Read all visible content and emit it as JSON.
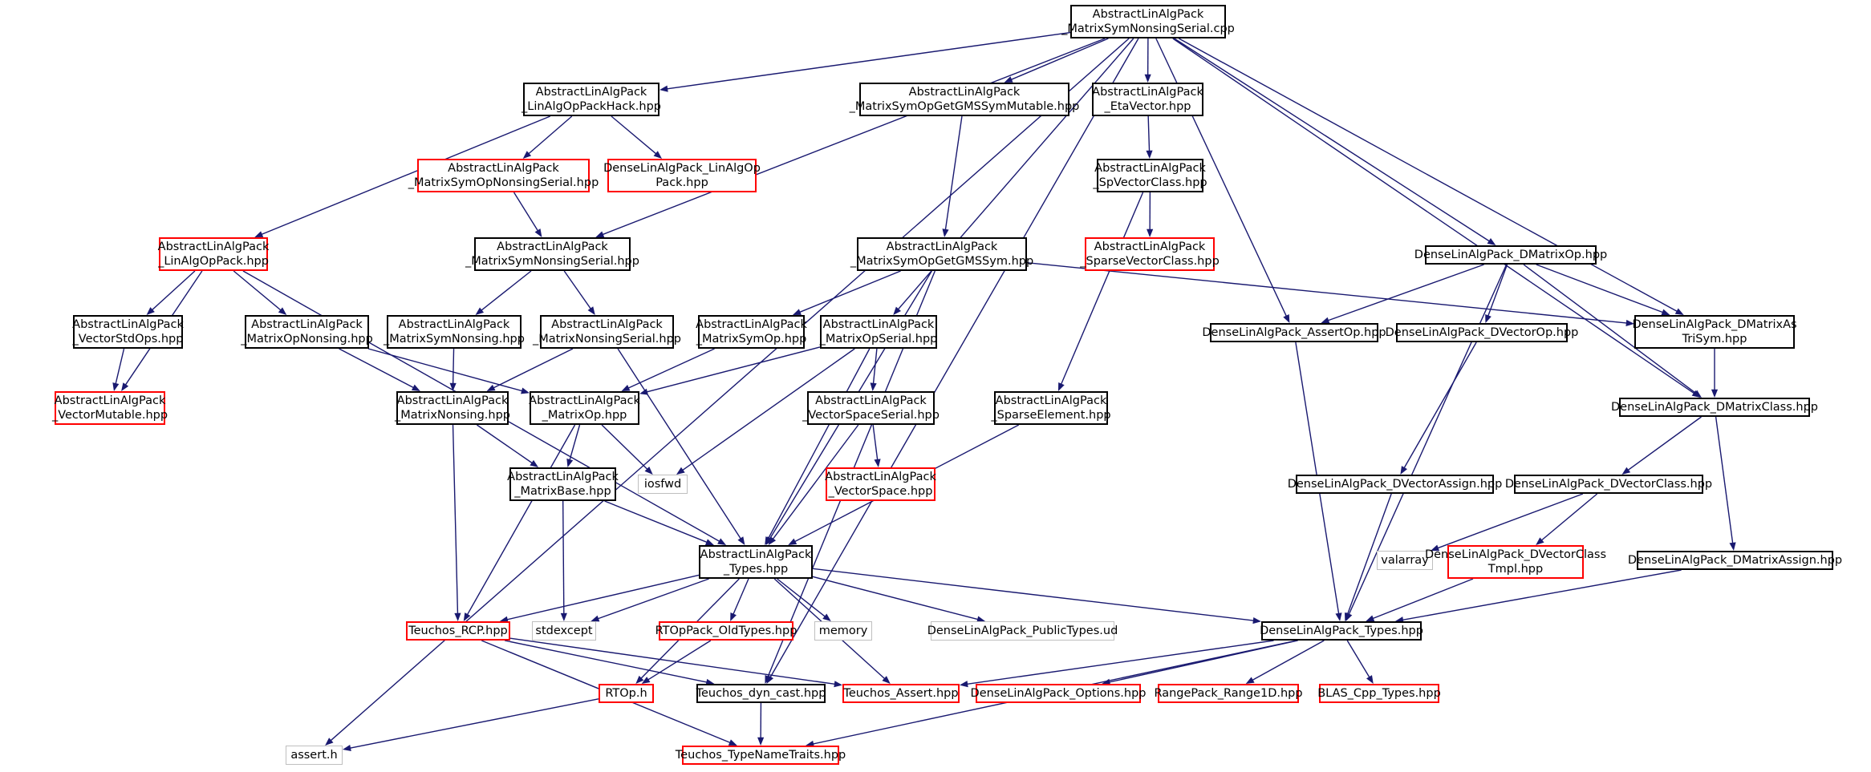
{
  "colors": {
    "edge": "#191970",
    "documented": "#000000",
    "undocumented": "#ff0000",
    "external": "#bfbfbf",
    "root_fill": "#bfbfbf"
  },
  "nodes": [
    {
      "id": "root",
      "lines": [
        "AbstractLinAlgPack",
        "_MatrixSymNonsingSerial.cpp"
      ],
      "style": "root"
    },
    {
      "id": "oppackhack",
      "lines": [
        "AbstractLinAlgPack",
        "_LinAlgOpPackHack.hpp"
      ],
      "style": "black"
    },
    {
      "id": "symopgetgmsmut",
      "lines": [
        "AbstractLinAlgPack",
        "_MatrixSymOpGetGMSSymMutable.hpp"
      ],
      "style": "black"
    },
    {
      "id": "etavector",
      "lines": [
        "AbstractLinAlgPack",
        "_EtaVector.hpp"
      ],
      "style": "black"
    },
    {
      "id": "symopnonsingserial",
      "lines": [
        "AbstractLinAlgPack",
        "_MatrixSymOpNonsingSerial.hpp"
      ],
      "style": "red"
    },
    {
      "id": "dense_linalgop",
      "lines": [
        "DenseLinAlgPack_LinAlgOp",
        "Pack.hpp"
      ],
      "style": "red"
    },
    {
      "id": "spvectorclass",
      "lines": [
        "AbstractLinAlgPack",
        "_SpVectorClass.hpp"
      ],
      "style": "black"
    },
    {
      "id": "linalgoppack",
      "lines": [
        "AbstractLinAlgPack",
        "_LinAlgOpPack.hpp"
      ],
      "style": "red"
    },
    {
      "id": "symnonsingserial",
      "lines": [
        "AbstractLinAlgPack",
        "_MatrixSymNonsingSerial.hpp"
      ],
      "style": "black"
    },
    {
      "id": "symopgetgms",
      "lines": [
        "AbstractLinAlgPack",
        "_MatrixSymOpGetGMSSym.hpp"
      ],
      "style": "black"
    },
    {
      "id": "sparsevectorclass",
      "lines": [
        "AbstractLinAlgPack",
        "_SparseVectorClass.hpp"
      ],
      "style": "red"
    },
    {
      "id": "dmatrixop",
      "lines": [
        "DenseLinAlgPack_DMatrixOp.hpp"
      ],
      "style": "black"
    },
    {
      "id": "vectorstdops",
      "lines": [
        "AbstractLinAlgPack",
        "_VectorStdOps.hpp"
      ],
      "style": "black"
    },
    {
      "id": "matrixopnonsing",
      "lines": [
        "AbstractLinAlgPack",
        "_MatrixOpNonsing.hpp"
      ],
      "style": "black"
    },
    {
      "id": "matrixsymnonsing",
      "lines": [
        "AbstractLinAlgPack",
        "_MatrixSymNonsing.hpp"
      ],
      "style": "black"
    },
    {
      "id": "matrixnonsingserial",
      "lines": [
        "AbstractLinAlgPack",
        "_MatrixNonsingSerial.hpp"
      ],
      "style": "black"
    },
    {
      "id": "matrixsymop",
      "lines": [
        "AbstractLinAlgPack",
        "_MatrixSymOp.hpp"
      ],
      "style": "black"
    },
    {
      "id": "matrixopserial",
      "lines": [
        "AbstractLinAlgPack",
        "_MatrixOpSerial.hpp"
      ],
      "style": "black"
    },
    {
      "id": "assertop",
      "lines": [
        "DenseLinAlgPack_AssertOp.hpp"
      ],
      "style": "black"
    },
    {
      "id": "dvectorop",
      "lines": [
        "DenseLinAlgPack_DVectorOp.hpp"
      ],
      "style": "black"
    },
    {
      "id": "dmatrixastrisym",
      "lines": [
        "DenseLinAlgPack_DMatrixAs",
        "TriSym.hpp"
      ],
      "style": "black"
    },
    {
      "id": "vectormutable",
      "lines": [
        "AbstractLinAlgPack",
        "_VectorMutable.hpp"
      ],
      "style": "red"
    },
    {
      "id": "matrixnonsing",
      "lines": [
        "AbstractLinAlgPack",
        "_MatrixNonsing.hpp"
      ],
      "style": "black"
    },
    {
      "id": "matrixop",
      "lines": [
        "AbstractLinAlgPack",
        "_MatrixOp.hpp"
      ],
      "style": "black"
    },
    {
      "id": "vectorspaceserial",
      "lines": [
        "AbstractLinAlgPack",
        "_VectorSpaceSerial.hpp"
      ],
      "style": "black"
    },
    {
      "id": "sparseelement",
      "lines": [
        "AbstractLinAlgPack",
        "_SparseElement.hpp"
      ],
      "style": "black"
    },
    {
      "id": "dmatrixclass",
      "lines": [
        "DenseLinAlgPack_DMatrixClass.hpp"
      ],
      "style": "black"
    },
    {
      "id": "matrixbase",
      "lines": [
        "AbstractLinAlgPack",
        "_MatrixBase.hpp"
      ],
      "style": "black"
    },
    {
      "id": "iosfwd",
      "lines": [
        "iosfwd"
      ],
      "style": "gray"
    },
    {
      "id": "vectorspace",
      "lines": [
        "AbstractLinAlgPack",
        "_VectorSpace.hpp"
      ],
      "style": "red"
    },
    {
      "id": "dvectorassign",
      "lines": [
        "DenseLinAlgPack_DVectorAssign.hpp"
      ],
      "style": "black"
    },
    {
      "id": "dvectorclass",
      "lines": [
        "DenseLinAlgPack_DVectorClass.hpp"
      ],
      "style": "black"
    },
    {
      "id": "types",
      "lines": [
        "AbstractLinAlgPack",
        "_Types.hpp"
      ],
      "style": "black"
    },
    {
      "id": "valarray",
      "lines": [
        "valarray"
      ],
      "style": "gray"
    },
    {
      "id": "dvectorclasstmpl",
      "lines": [
        "DenseLinAlgPack_DVectorClass",
        "Tmpl.hpp"
      ],
      "style": "red"
    },
    {
      "id": "dmatrixassign",
      "lines": [
        "DenseLinAlgPack_DMatrixAssign.hpp"
      ],
      "style": "black"
    },
    {
      "id": "teuchos_rcp",
      "lines": [
        "Teuchos_RCP.hpp"
      ],
      "style": "red"
    },
    {
      "id": "stdexcept",
      "lines": [
        "stdexcept"
      ],
      "style": "gray"
    },
    {
      "id": "rtoppack_oldtypes",
      "lines": [
        "RTOpPack_OldTypes.hpp"
      ],
      "style": "red"
    },
    {
      "id": "memory",
      "lines": [
        "memory"
      ],
      "style": "gray"
    },
    {
      "id": "publictypes",
      "lines": [
        "DenseLinAlgPack_PublicTypes.ud"
      ],
      "style": "gray"
    },
    {
      "id": "dense_types",
      "lines": [
        "DenseLinAlgPack_Types.hpp"
      ],
      "style": "black"
    },
    {
      "id": "rtop",
      "lines": [
        "RTOp.h"
      ],
      "style": "red"
    },
    {
      "id": "dyn_cast",
      "lines": [
        "Teuchos_dyn_cast.hpp"
      ],
      "style": "black"
    },
    {
      "id": "teuchos_assert",
      "lines": [
        "Teuchos_Assert.hpp"
      ],
      "style": "red"
    },
    {
      "id": "dense_options",
      "lines": [
        "DenseLinAlgPack_Options.hpp"
      ],
      "style": "red"
    },
    {
      "id": "range1d",
      "lines": [
        "RangePack_Range1D.hpp"
      ],
      "style": "red"
    },
    {
      "id": "blas_types",
      "lines": [
        "BLAS_Cpp_Types.hpp"
      ],
      "style": "red"
    },
    {
      "id": "assert_h",
      "lines": [
        "assert.h"
      ],
      "style": "gray"
    },
    {
      "id": "typenametraits",
      "lines": [
        "Teuchos_TypeNameTraits.hpp"
      ],
      "style": "red"
    }
  ],
  "edges": [
    [
      "root",
      "oppackhack"
    ],
    [
      "root",
      "symopgetgmsmut"
    ],
    [
      "root",
      "etavector"
    ],
    [
      "root",
      "symnonsingserial"
    ],
    [
      "root",
      "matrixopserial"
    ],
    [
      "root",
      "assertop"
    ],
    [
      "root",
      "dmatrixop"
    ],
    [
      "root",
      "dmatrixastrisym"
    ],
    [
      "root",
      "dmatrixclass"
    ],
    [
      "root",
      "dyn_cast"
    ],
    [
      "root",
      "assert_h"
    ],
    [
      "oppackhack",
      "symopnonsingserial"
    ],
    [
      "oppackhack",
      "dense_linalgop"
    ],
    [
      "oppackhack",
      "linalgoppack"
    ],
    [
      "symopnonsingserial",
      "symnonsingserial"
    ],
    [
      "symopgetgmsmut",
      "symopgetgms"
    ],
    [
      "etavector",
      "spvectorclass"
    ],
    [
      "spvectorclass",
      "sparsevectorclass"
    ],
    [
      "spvectorclass",
      "sparseelement"
    ],
    [
      "linalgoppack",
      "vectorstdops"
    ],
    [
      "linalgoppack",
      "matrixopnonsing"
    ],
    [
      "linalgoppack",
      "vectormutable"
    ],
    [
      "linalgoppack",
      "types"
    ],
    [
      "vectorstdops",
      "vectormutable"
    ],
    [
      "symnonsingserial",
      "matrixsymnonsing"
    ],
    [
      "symnonsingserial",
      "matrixnonsingserial"
    ],
    [
      "symopgetgms",
      "matrixsymop"
    ],
    [
      "symopgetgms",
      "dmatrixastrisym"
    ],
    [
      "symopgetgms",
      "types"
    ],
    [
      "symopgetgms",
      "dyn_cast"
    ],
    [
      "matrixopnonsing",
      "matrixnonsing"
    ],
    [
      "matrixopnonsing",
      "matrixop"
    ],
    [
      "matrixsymnonsing",
      "matrixnonsing"
    ],
    [
      "matrixnonsingserial",
      "matrixnonsing"
    ],
    [
      "matrixnonsingserial",
      "types"
    ],
    [
      "matrixsymop",
      "matrixop"
    ],
    [
      "matrixopserial",
      "matrixop"
    ],
    [
      "matrixopserial",
      "vectorspaceserial"
    ],
    [
      "matrixopserial",
      "iosfwd"
    ],
    [
      "matrixopserial",
      "types"
    ],
    [
      "matrixnonsing",
      "matrixbase"
    ],
    [
      "matrixnonsing",
      "teuchos_rcp"
    ],
    [
      "matrixop",
      "matrixbase"
    ],
    [
      "matrixop",
      "iosfwd"
    ],
    [
      "matrixop",
      "teuchos_rcp"
    ],
    [
      "vectorspaceserial",
      "vectorspace"
    ],
    [
      "vectorspaceserial",
      "types"
    ],
    [
      "sparseelement",
      "types"
    ],
    [
      "matrixbase",
      "types"
    ],
    [
      "matrixbase",
      "stdexcept"
    ],
    [
      "types",
      "teuchos_rcp"
    ],
    [
      "types",
      "stdexcept"
    ],
    [
      "types",
      "rtoppack_oldtypes"
    ],
    [
      "types",
      "memory"
    ],
    [
      "types",
      "publictypes"
    ],
    [
      "types",
      "dense_types"
    ],
    [
      "types",
      "rtop"
    ],
    [
      "types",
      "teuchos_assert"
    ],
    [
      "rtoppack_oldtypes",
      "rtop"
    ],
    [
      "teuchos_rcp",
      "dyn_cast"
    ],
    [
      "teuchos_rcp",
      "teuchos_assert"
    ],
    [
      "teuchos_rcp",
      "typenametraits"
    ],
    [
      "rtop",
      "assert_h"
    ],
    [
      "dyn_cast",
      "typenametraits"
    ],
    [
      "dmatrixop",
      "assertop"
    ],
    [
      "dmatrixop",
      "dvectorop"
    ],
    [
      "dmatrixop",
      "dmatrixastrisym"
    ],
    [
      "dmatrixop",
      "dmatrixclass"
    ],
    [
      "dmatrixop",
      "dense_types"
    ],
    [
      "assertop",
      "dense_types"
    ],
    [
      "dvectorop",
      "dvectorassign"
    ],
    [
      "dmatrixastrisym",
      "dmatrixclass"
    ],
    [
      "dmatrixclass",
      "dvectorclass"
    ],
    [
      "dmatrixclass",
      "dmatrixassign"
    ],
    [
      "dvectorclass",
      "valarray"
    ],
    [
      "dvectorclass",
      "dvectorclasstmpl"
    ],
    [
      "dvectorclasstmpl",
      "dense_types"
    ],
    [
      "dmatrixassign",
      "dense_types"
    ],
    [
      "dvectorassign",
      "dense_types"
    ],
    [
      "dense_types",
      "teuchos_assert"
    ],
    [
      "dense_types",
      "dense_options"
    ],
    [
      "dense_types",
      "range1d"
    ],
    [
      "dense_types",
      "blas_types"
    ],
    [
      "dense_types",
      "typenametraits"
    ]
  ]
}
